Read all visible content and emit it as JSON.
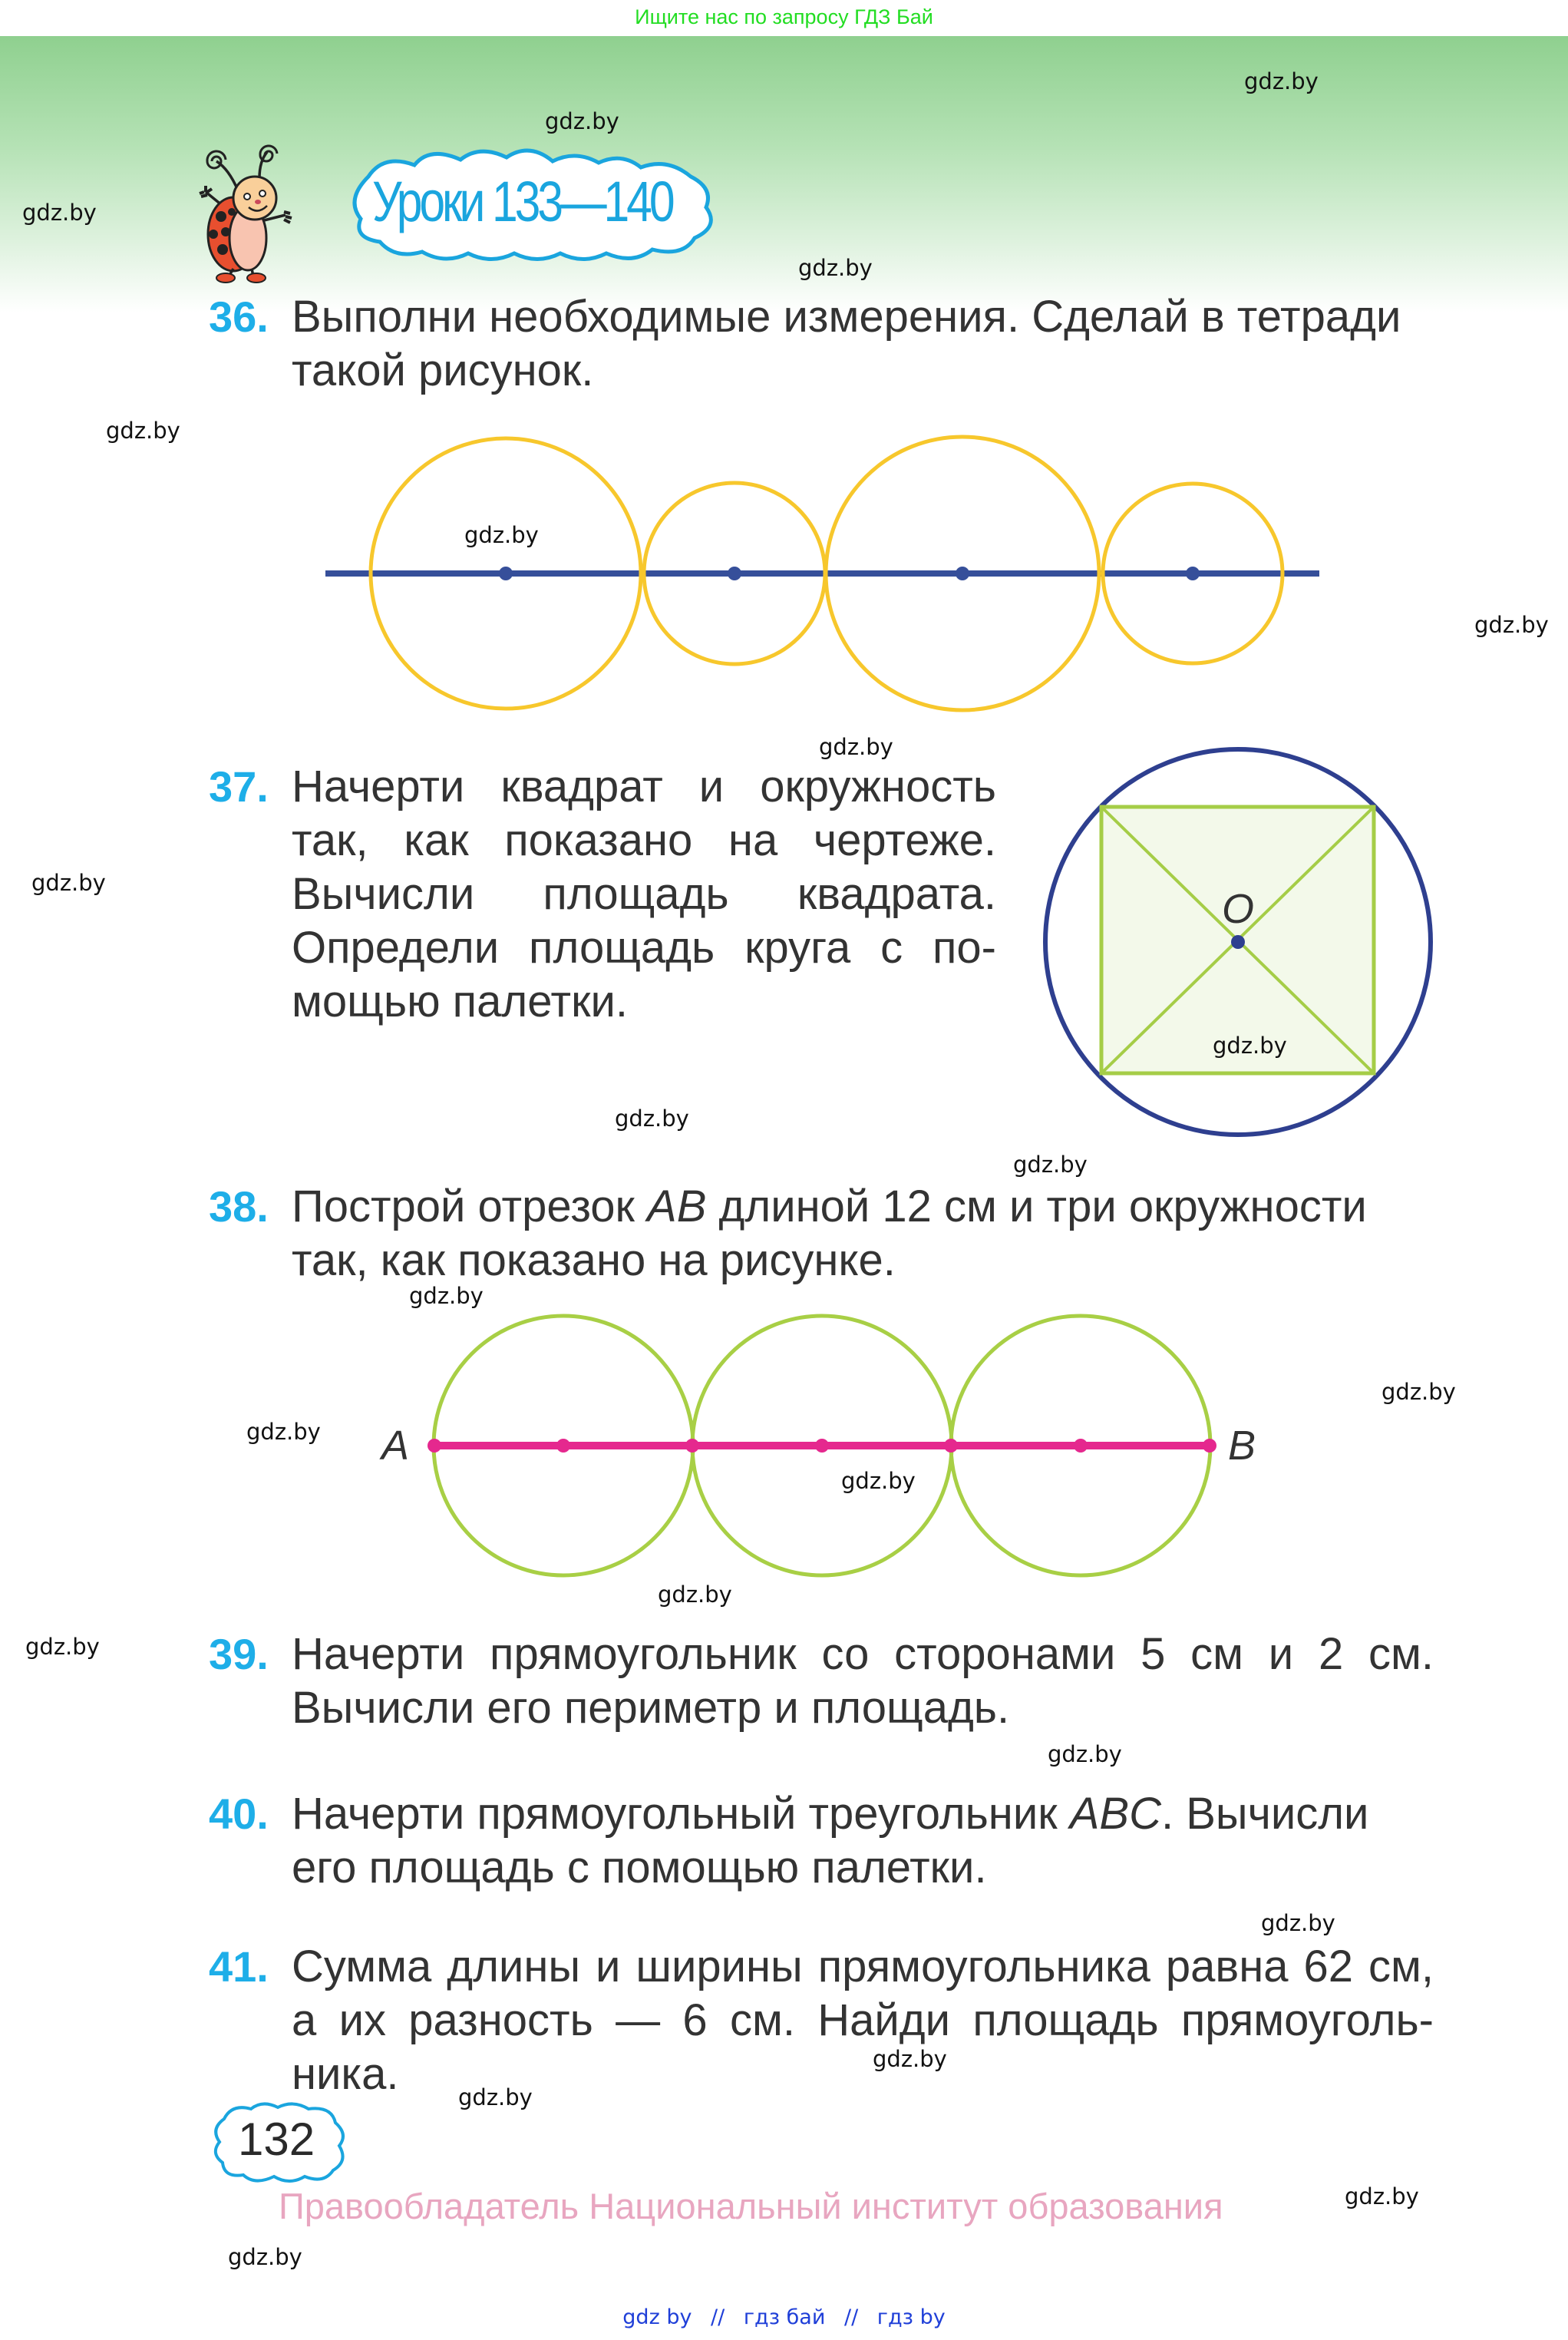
{
  "top_banner": {
    "text": "Ищите нас по запросу ГДЗ Бай"
  },
  "header": {
    "title": "Уроки 133—140",
    "mascot": "ladybug-icon"
  },
  "exercises": [
    {
      "number": "36.",
      "lines": [
        "Выполни необходимые измерения. Сделай в тетради",
        "такой рисунок."
      ]
    },
    {
      "number": "37.",
      "lines": [
        "Начерти квадрат и окружность",
        "так, как показано на чертеже.",
        "Вычисли площадь квадрата.",
        "Определи площадь круга с по-",
        "мощью палетки."
      ]
    },
    {
      "number": "38.",
      "lines_parts": [
        {
          "before": "Построй отрезок ",
          "italic": "AB",
          "after": " длиной 12 см и три окружности"
        },
        {
          "text": "так, как показано на рисунке."
        }
      ]
    },
    {
      "number": "39.",
      "lines": [
        "Начерти прямоугольник со сторонами 5 см и 2 см.",
        "Вычисли его периметр и площадь."
      ]
    },
    {
      "number": "40.",
      "lines_parts": [
        {
          "before": "Начерти прямоугольный треугольник ",
          "italic": "ABC",
          "after": ". Вычисли"
        },
        {
          "text": "его площадь с помощью палетки."
        }
      ]
    },
    {
      "number": "41.",
      "lines": [
        "Сумма длины и ширины прямоугольника равна 62 см,",
        "а их разность — 6 см. Найди площадь прямоуголь-",
        "ника."
      ]
    }
  ],
  "figures": {
    "fig36": {
      "line_color": "#364f9a",
      "circle_color": "#f7c72c"
    },
    "fig37": {
      "center_label": "O",
      "circle_color": "#2e3f8f",
      "square_color": "#a5cd47",
      "square_fill": "#f3f9ea"
    },
    "fig38": {
      "label_a": "A",
      "label_b": "B",
      "segment_color": "#e5288e",
      "circle_color": "#a8cf45"
    }
  },
  "page": {
    "number": "132"
  },
  "copyright": "Правообладатель Национальный институт образования",
  "footer": {
    "links": [
      "gdz by",
      "//",
      "гдз бай",
      "//",
      "гдз by"
    ]
  },
  "watermark": "gdz.by",
  "colors": {
    "accent": "#1eaee8",
    "text": "#333333",
    "banner_green": "#22dd22",
    "copyright_pink": "#e8a6c0",
    "footer_blue": "#1f3fd8"
  }
}
